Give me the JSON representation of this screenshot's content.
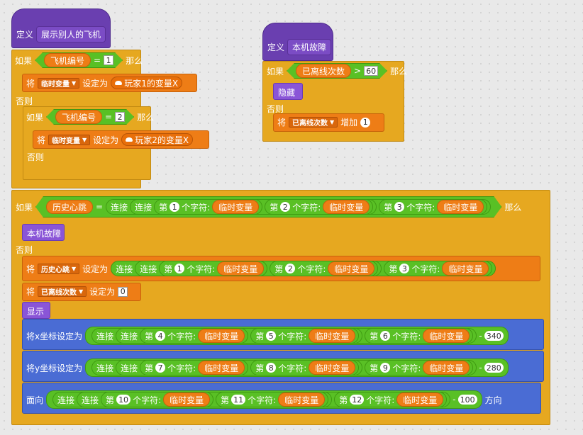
{
  "define1": {
    "kw": "定义",
    "name": "展示别人的飞机"
  },
  "if1": {
    "kw": "如果",
    "var": "飞机编号",
    "op": "=",
    "val": "1",
    "then": "那么",
    "set": {
      "kw": "将",
      "var": "临时变量",
      "to": "设定为",
      "cloud": "玩家1的变量X"
    },
    "else": "否则"
  },
  "if2": {
    "kw": "如果",
    "var": "飞机编号",
    "op": "=",
    "val": "2",
    "then": "那么",
    "set": {
      "kw": "将",
      "var": "临时变量",
      "to": "设定为",
      "cloud": "玩家2的变量X"
    },
    "else": "否则"
  },
  "define2": {
    "kw": "定义",
    "name": "本机故障"
  },
  "if3": {
    "kw": "如果",
    "var": "已离线次数",
    "op": ">",
    "val": "60",
    "then": "那么",
    "hide": "隐藏",
    "else": "否则",
    "change": {
      "kw": "将",
      "var": "已离线次数",
      "op": "增加",
      "val": "1"
    }
  },
  "words": {
    "join": "连接",
    "nth": "第",
    "char": "个字符:",
    "tmp": "临时变量"
  },
  "big_if": {
    "kw": "如果",
    "var": "历史心跳",
    "op": "=",
    "n1": "1",
    "n2": "2",
    "n3": "3",
    "then": "那么"
  },
  "call_fault": "本机故障",
  "big_else": "否则",
  "set_hist": {
    "kw": "将",
    "var": "历史心跳",
    "to": "设定为",
    "n1": "1",
    "n2": "2",
    "n3": "3"
  },
  "set_off": {
    "kw": "将",
    "var": "已离线次数",
    "to": "设定为",
    "val": "0"
  },
  "show": "显示",
  "setx": {
    "label": "将x坐标设定为",
    "n1": "4",
    "n2": "5",
    "n3": "6",
    "minus": "-",
    "val": "340"
  },
  "sety": {
    "label": "将y坐标设定为",
    "n1": "7",
    "n2": "8",
    "n3": "9",
    "minus": "-",
    "val": "280"
  },
  "face": {
    "label": "面向",
    "n1": "10",
    "n2": "11",
    "n3": "12",
    "minus": "-",
    "val": "100",
    "dir": "方向"
  }
}
